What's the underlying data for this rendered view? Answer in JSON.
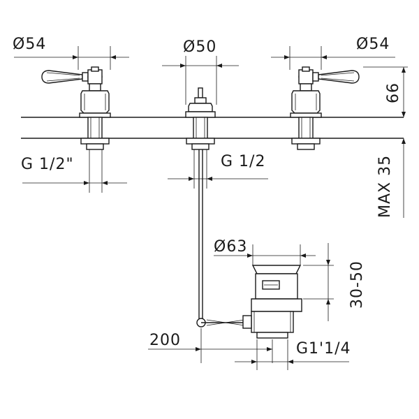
{
  "labels": {
    "d_left": "Ø54",
    "d_center": "Ø50",
    "d_right": "Ø54",
    "h_66": "66",
    "h_max35": "MAX 35",
    "thread_left": "G 1/2\"",
    "thread_center": "G 1/2",
    "d_drain": "Ø63",
    "h_30_50": "30-50",
    "len_200": "200",
    "thread_drain": "G1'1/4"
  }
}
